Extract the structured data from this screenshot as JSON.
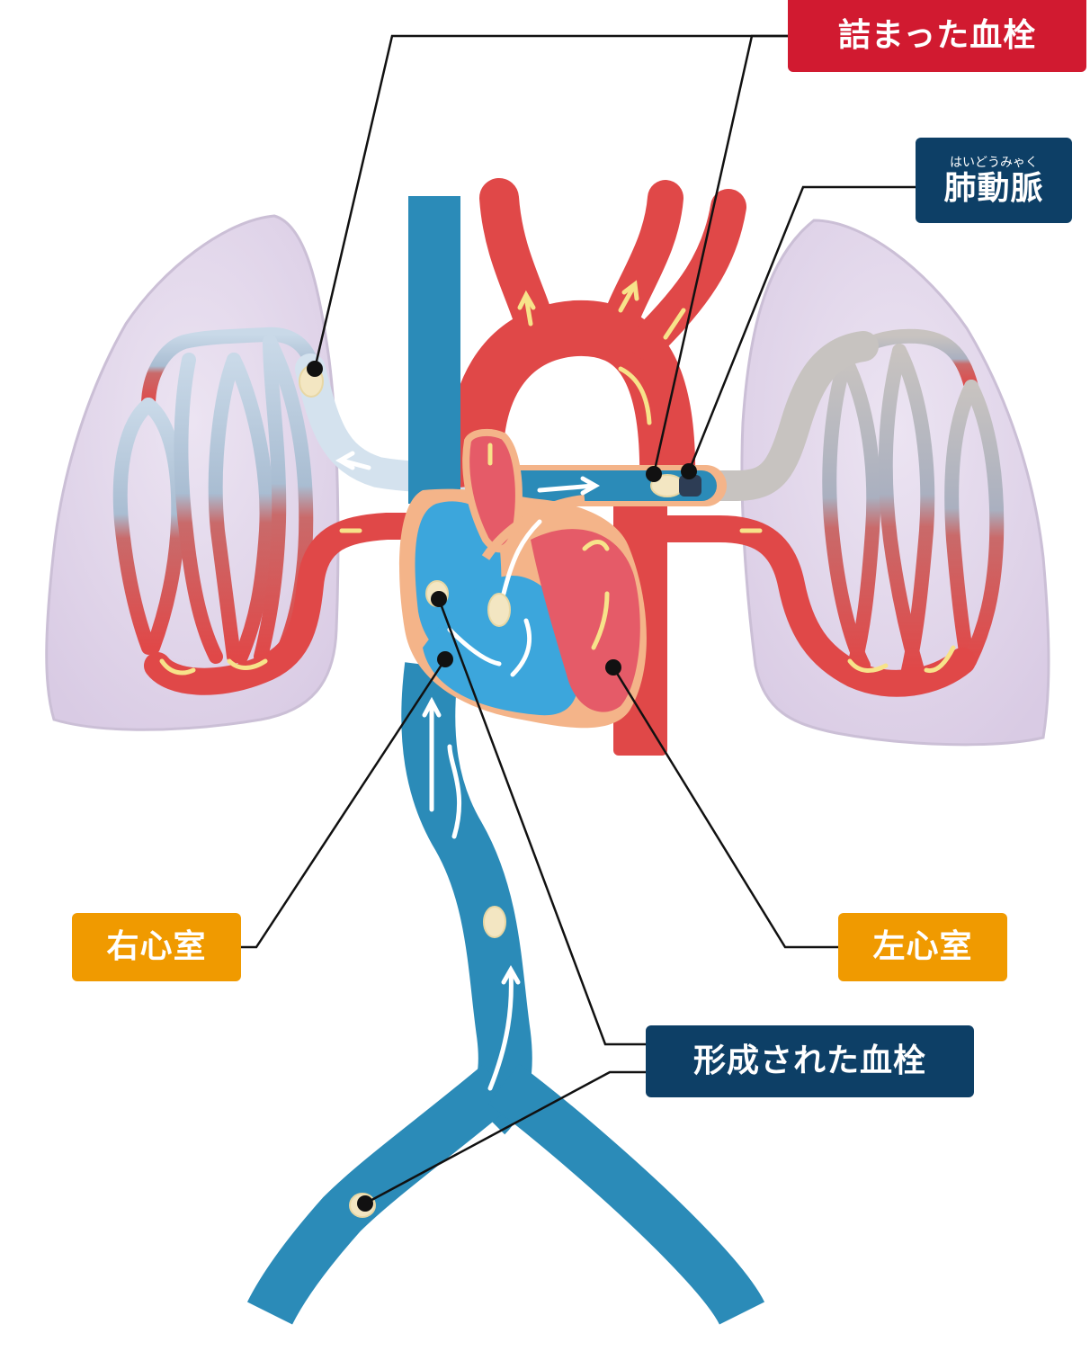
{
  "labels": {
    "embolus_blocked": "詰まった血栓",
    "pulmonary_artery": "肺動脈",
    "pulmonary_artery_ruby": "はいどうみゃく",
    "right_ventricle": "右心室",
    "left_ventricle": "左心室",
    "formed_thrombus": "形成された血栓"
  },
  "colors": {
    "red_label": "#d11a30",
    "navy_label": "#0d3f66",
    "orange_label": "#f09a00",
    "vein_blue": "#2b8bb8",
    "artery_red": "#e04848",
    "lung_purple": "#e2d6ea",
    "heart_outline": "#f4b489",
    "clot": "#f3e6c2"
  }
}
